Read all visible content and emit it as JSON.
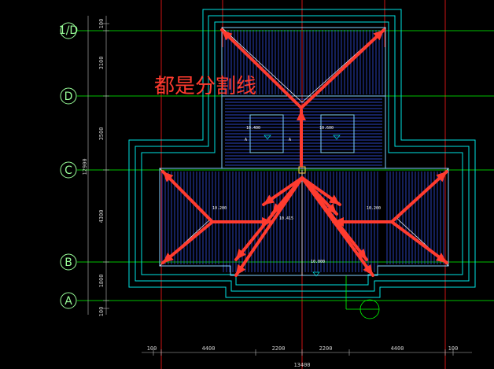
{
  "annotation": "都是分割线",
  "axes": {
    "horizontal": [
      {
        "label": "1/D"
      },
      {
        "label": "D"
      },
      {
        "label": "C"
      },
      {
        "label": "B"
      },
      {
        "label": "A"
      }
    ]
  },
  "dimensions": {
    "left": [
      "100",
      "3100",
      "3500",
      "4300",
      "1800",
      "100"
    ],
    "left_total": "12900",
    "bottom": [
      "100",
      "4400",
      "2200",
      "2200",
      "4400",
      "100"
    ],
    "bottom_total": "13400"
  },
  "elevations": [
    "10.400",
    "10.600",
    "10.200",
    "10.415",
    "10.200",
    "10.000"
  ],
  "section_marks": [
    "A",
    "A"
  ],
  "colors": {
    "background": "#000000",
    "axis_line": "#00ff00",
    "wall": "#00e5e5",
    "hatch": "#3a5aff",
    "arrow": "#ff3b2f",
    "red_line": "#ff1a1a"
  }
}
